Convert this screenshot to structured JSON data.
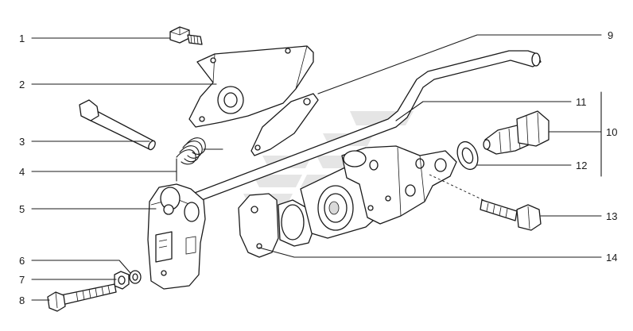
{
  "colors": {
    "ink": "#1a1a1a",
    "watermark": "#cfcfcf",
    "background": "#ffffff"
  },
  "callouts": [
    "1",
    "2",
    "3",
    "4",
    "5",
    "6",
    "7",
    "8",
    "9",
    "10",
    "11",
    "12",
    "13",
    "14"
  ]
}
